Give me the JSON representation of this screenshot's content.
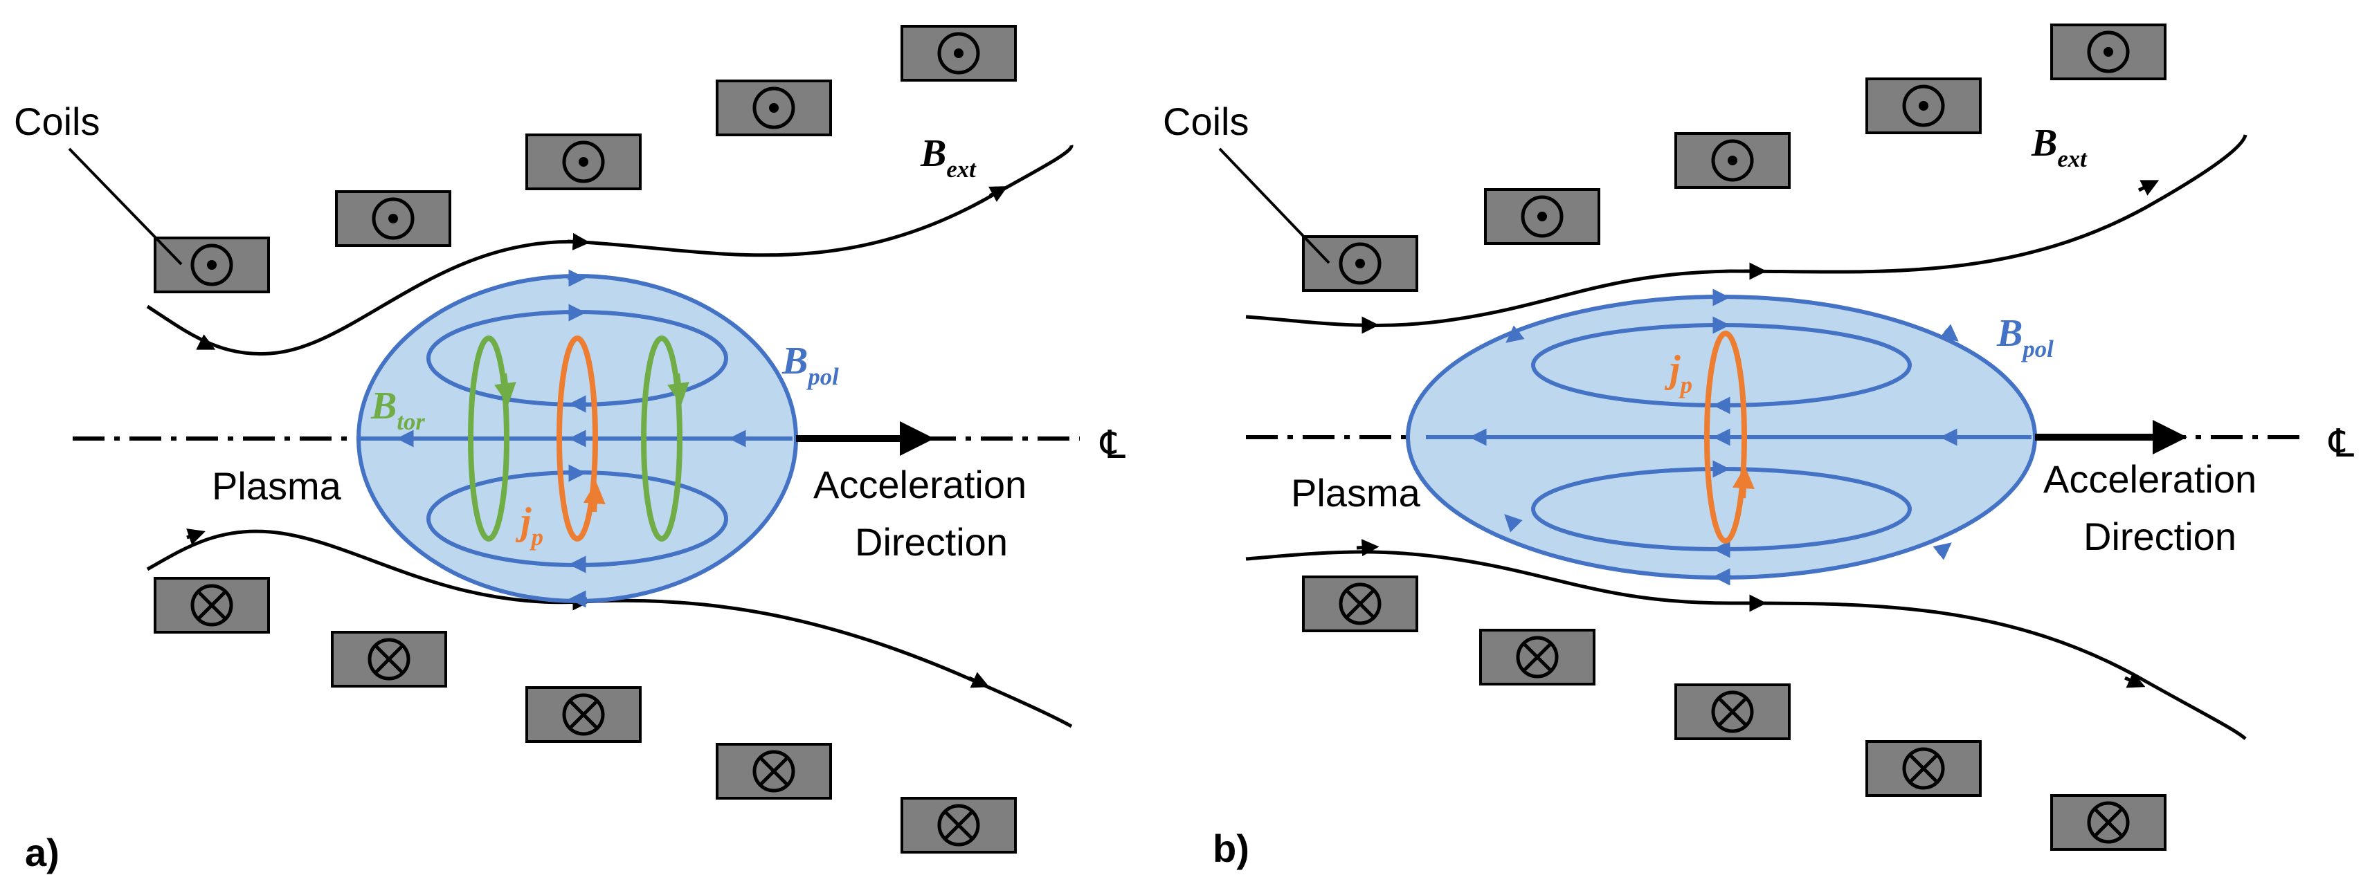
{
  "colors": {
    "plasma_fill": "#bdd7ee",
    "pol": "#4472c4",
    "tor": "#70ad47",
    "current": "#ed7d31",
    "coil_fill": "#7f7f7f",
    "line": "#000000"
  },
  "icons": {
    "coil_out": "dot-in-circle-icon",
    "coil_in": "cross-in-circle-icon",
    "centerline": "centerline-symbol"
  },
  "panels": [
    {
      "panel_label": "a)",
      "coils_label": "Coils",
      "plasma_label": "Plasma",
      "accel_label_1": "Acceleration",
      "accel_label_2": "Direction",
      "b_ext": {
        "main": "B",
        "sub": "ext"
      },
      "b_pol": {
        "main": "B",
        "sub": "pol"
      },
      "b_tor": {
        "main": "B",
        "sub": "tor"
      },
      "j_p": {
        "main": "j",
        "sub": "p"
      },
      "centerline_symbol": "℄"
    },
    {
      "panel_label": "b)",
      "coils_label": "Coils",
      "plasma_label": "Plasma",
      "accel_label_1": "Acceleration",
      "accel_label_2": "Direction",
      "b_ext": {
        "main": "B",
        "sub": "ext"
      },
      "b_pol": {
        "main": "B",
        "sub": "pol"
      },
      "j_p": {
        "main": "j",
        "sub": "p"
      },
      "centerline_symbol": "℄"
    }
  ]
}
